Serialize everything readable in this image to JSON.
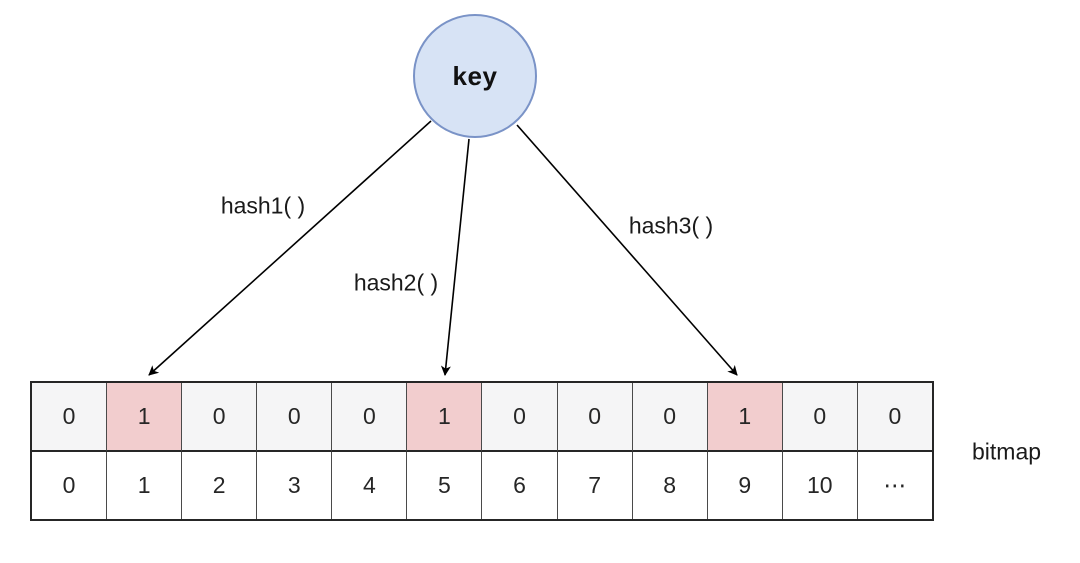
{
  "diagram": {
    "type": "bloom-filter",
    "key_node": {
      "label": "key",
      "fill": "#d7e3f5",
      "stroke": "#7a93c7"
    },
    "hash_functions": [
      {
        "label": "hash1( )",
        "target_index": 1
      },
      {
        "label": "hash2( )",
        "target_index": 5
      },
      {
        "label": "hash3( )",
        "target_index": 9
      }
    ],
    "bitmap_label": "bitmap",
    "table": {
      "bit_row": [
        "0",
        "1",
        "0",
        "0",
        "0",
        "1",
        "0",
        "0",
        "0",
        "1",
        "0",
        "0"
      ],
      "index_row": [
        "0",
        "1",
        "2",
        "3",
        "4",
        "5",
        "6",
        "7",
        "8",
        "9",
        "10",
        "⋯"
      ],
      "highlighted_columns": [
        1,
        5,
        9
      ],
      "highlight_color": "#f2cdce",
      "bit_row_bg": "#f5f5f6",
      "arrow_color": "#000000"
    }
  }
}
